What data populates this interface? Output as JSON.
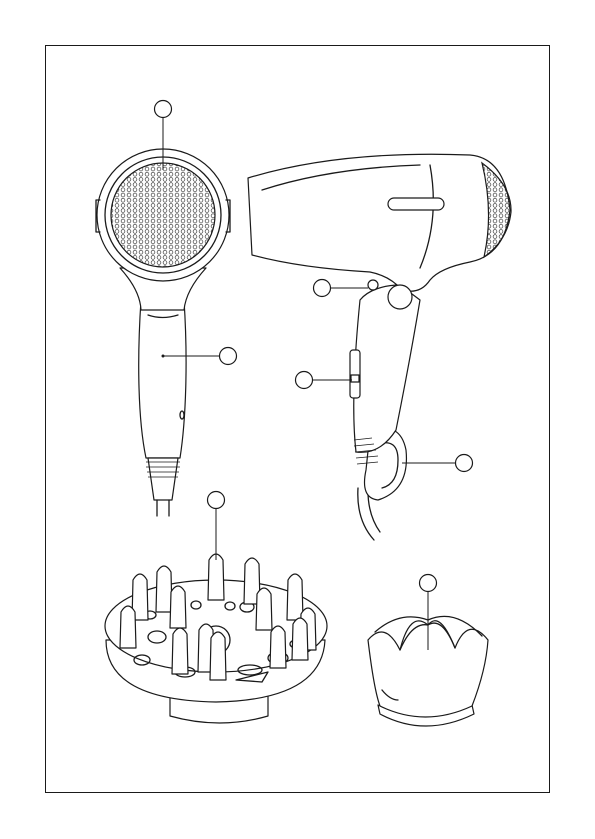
{
  "figure": {
    "items": [
      "front-view-dryer",
      "side-view-dryer",
      "diffuser",
      "concentrator-nozzle"
    ],
    "callouts": [
      {
        "id": "grille",
        "label": ""
      },
      {
        "id": "handle",
        "label": ""
      },
      {
        "id": "cool-shot-button",
        "label": ""
      },
      {
        "id": "speed-switch",
        "label": ""
      },
      {
        "id": "hanging-loop",
        "label": ""
      },
      {
        "id": "diffuser",
        "label": ""
      },
      {
        "id": "nozzle",
        "label": ""
      }
    ],
    "colors": {
      "line": "#1a1a1a",
      "background": "#ffffff"
    }
  }
}
